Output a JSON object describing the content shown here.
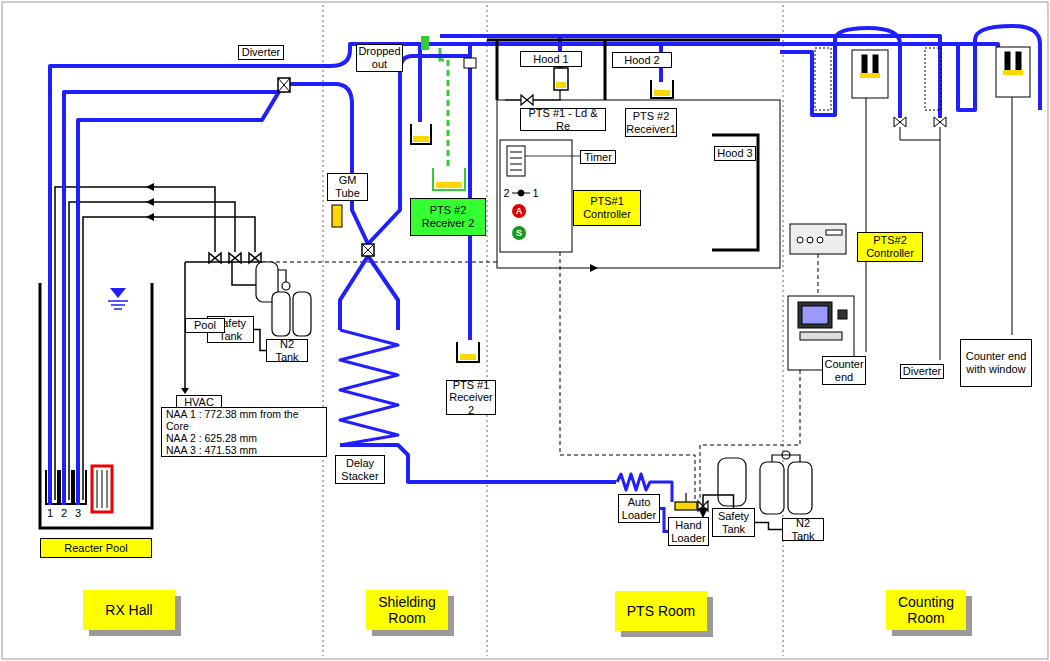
{
  "diagram": {
    "nodes": [
      {
        "text": [
          "Diverter"
        ]
      },
      {
        "text": [
          "Dropped out"
        ]
      },
      {
        "text": [
          "Hood 1"
        ]
      },
      {
        "text": [
          "Hood 2"
        ]
      },
      {
        "text": [
          "PTS #1 - Ld & Re"
        ]
      },
      {
        "text": [
          "PTS #2 Receiver1"
        ]
      },
      {
        "text": [
          "Timer"
        ]
      },
      {
        "text": [
          "GM Tube"
        ]
      },
      {
        "text": [
          "PTS#1 Controller"
        ]
      },
      {
        "text": [
          "A"
        ]
      },
      {
        "text": [
          "S"
        ]
      },
      {
        "text": [
          "PTS #2 Receiver 2"
        ]
      },
      {
        "text": [
          "Hood 3"
        ]
      },
      {
        "text": [
          "PTS#2 Controller"
        ]
      },
      {
        "text": [
          "Safety Tank"
        ]
      },
      {
        "text": [
          "Pool"
        ]
      },
      {
        "text": [
          "N2 Tank"
        ]
      },
      {
        "text": [
          "Counter end"
        ]
      },
      {
        "text": [
          "Diverter"
        ]
      },
      {
        "text": [
          "Counter end with window"
        ]
      },
      {
        "text": [
          "HVAC"
        ]
      },
      {
        "text": [
          "PTS #1 Receiver 2"
        ]
      },
      {
        "text": [
          "NAA 1 : 772.38 mm from the Core",
          "NAA 2 : 625.28 mm",
          "NAA 3 : 471.53 mm"
        ]
      },
      {
        "text": [
          "Delay Stacker"
        ]
      },
      {
        "text": [
          "Auto Loader"
        ]
      },
      {
        "text": [
          "Safety Tank"
        ]
      },
      {
        "text": [
          "Hand Loader"
        ]
      },
      {
        "text": [
          "N2 Tank"
        ]
      },
      {
        "text": [
          "Reacter Pool"
        ]
      },
      {
        "text": [
          "RX Hall"
        ]
      },
      {
        "text": [
          "Shielding Room"
        ]
      },
      {
        "text": [
          "PTS Room"
        ]
      },
      {
        "text": [
          "Counting Room"
        ]
      }
    ],
    "edges": [
      {
        "from": 16,
        "to": 14,
        "arrow": "none"
      },
      {
        "from": 27,
        "to": 25,
        "arrow": "none"
      },
      {
        "from": 25,
        "to": 26,
        "arrow": "to"
      },
      {
        "from": 24,
        "to": 26,
        "arrow": "none"
      }
    ],
    "labels": [
      "1",
      "2",
      "3",
      "2",
      "1"
    ]
  }
}
